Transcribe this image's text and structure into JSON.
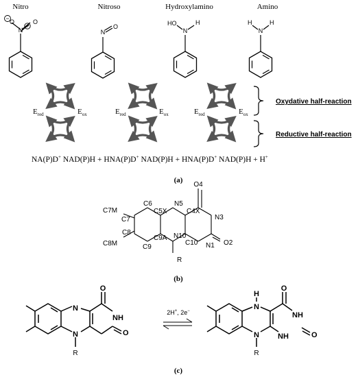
{
  "panel_a": {
    "headers": [
      "Nitro",
      "Nitroso",
      "Hydroxylamino",
      "Amino"
    ],
    "atoms": {
      "nitro": {
        "o_minus": "O",
        "minus": "−",
        "n": "N",
        "n_plus": "+",
        "o": "O"
      },
      "nitroso": {
        "n": "N",
        "o": "O"
      },
      "hydroxylamino": {
        "oh": "HO",
        "n": "N",
        "h": "H"
      },
      "amino": {
        "h1": "H",
        "n": "N",
        "h2": "H"
      }
    },
    "e_red_base": "E",
    "e_red_sub": "red",
    "e_ox_base": "E",
    "e_ox_sub": "ox",
    "oxidative_label": "Oxydative half-reaction",
    "reductive_label": "Reductive half-reaction",
    "equation": {
      "part1": "NA(P)D",
      "sup1": "+",
      "part2": " NAD(P)H + H",
      "part3": "NA(P)D",
      "sup2": "+",
      "part4": " NAD(P)H + H",
      "part5": "NA(P)D",
      "sup3": "+",
      "part6": " NAD(P)H + H",
      "sup4": "+"
    },
    "caption": "(a)"
  },
  "panel_b": {
    "atoms": {
      "c7m": "C7M",
      "c6": "C6",
      "c5x": "C5X",
      "n5": "N5",
      "c4x": "C4X",
      "o4": "O4",
      "c7": "C7",
      "n3": "N3",
      "c8": "C8",
      "c8m": "C8M",
      "c9": "C9",
      "c9a": "C9A",
      "n10": "N10",
      "c10": "C10",
      "n1": "N1",
      "o2": "O2",
      "r": "R"
    },
    "caption": "(b)"
  },
  "panel_c": {
    "left": {
      "n5": "N",
      "n1": "N",
      "nh": "NH",
      "o4": "O",
      "o2": "O",
      "r": "R"
    },
    "right": {
      "h_top": "H",
      "n5": "N",
      "n10": "N",
      "nh3": "NH",
      "nh1": "NH",
      "o4": "O",
      "o2": "O",
      "r": "R"
    },
    "arrow_label": {
      "base1": "2H",
      "sup1": "+",
      "mid": ", 2e",
      "sup2": "−"
    },
    "caption": "(c)"
  }
}
